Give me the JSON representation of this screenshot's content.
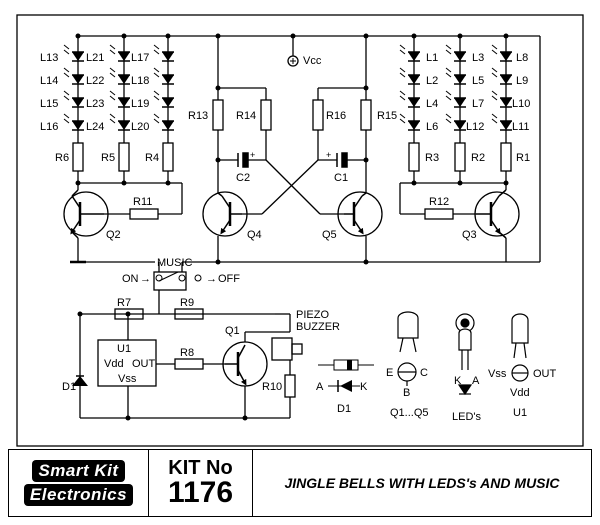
{
  "led_labels_left": [
    "L13",
    "L21",
    "L17",
    "L14",
    "L22",
    "L18",
    "L15",
    "L23",
    "L19",
    "L16",
    "L24",
    "L20"
  ],
  "led_labels_right": [
    "L1",
    "L3",
    "L8",
    "L2",
    "L5",
    "L9",
    "L4",
    "L7",
    "L10",
    "L6",
    "L12",
    "L11"
  ],
  "resistors": {
    "r1": "R1",
    "r2": "R2",
    "r3": "R3",
    "r4": "R4",
    "r5": "R5",
    "r6": "R6",
    "r7": "R7",
    "r8": "R8",
    "r9": "R9",
    "r10": "R10",
    "r11": "R11",
    "r12": "R12",
    "r13": "R13",
    "r14": "R14",
    "r15": "R15",
    "r16": "R16"
  },
  "capacitors": {
    "c1": "C1",
    "c2": "C2"
  },
  "transistors": {
    "q1": "Q1",
    "q2": "Q2",
    "q3": "Q3",
    "q4": "Q4",
    "q5": "Q5"
  },
  "vcc": "Vcc",
  "switch": {
    "label": "MUSIC",
    "on": "ON",
    "off": "OFF"
  },
  "u1": {
    "name": "U1",
    "vdd": "Vdd",
    "out": "OUT",
    "vss": "Vss"
  },
  "diode": {
    "name": "D1",
    "anode": "A",
    "cathode": "K"
  },
  "buzzer": {
    "line1": "PIEZO",
    "line2": "BUZZER"
  },
  "pinouts": {
    "transistor": {
      "e": "E",
      "c": "C",
      "b": "B",
      "caption": "Q1...Q5"
    },
    "led": {
      "k": "K",
      "a": "A",
      "caption": "LED's"
    },
    "ic": {
      "vss": "Vss",
      "out": "OUT",
      "vdd": "Vdd",
      "caption": "U1"
    }
  },
  "plus_sign": "+",
  "title_block": {
    "logo_line1": "Smart Kit",
    "logo_line2": "Electronics",
    "kit_label": "KIT No",
    "kit_number": "1176",
    "title": "JINGLE BELLS WITH LEDS's AND MUSIC"
  }
}
